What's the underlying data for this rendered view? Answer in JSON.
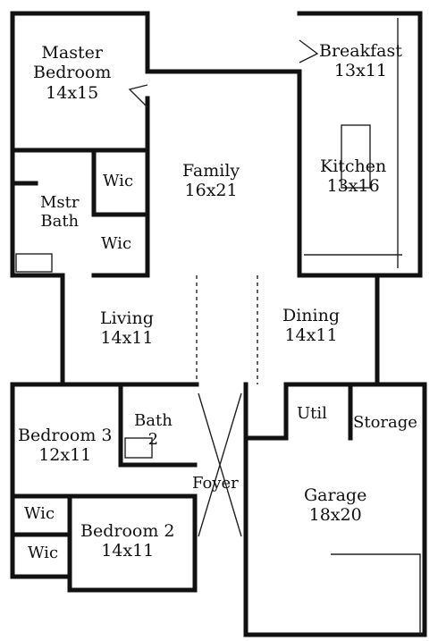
{
  "rooms": {
    "master": {
      "name_line1": "Master",
      "name_line2": "Bedroom",
      "size": "14x15"
    },
    "breakfast": {
      "name": "Breakfast",
      "size": "13x11"
    },
    "family": {
      "name": "Family",
      "size": "16x21"
    },
    "kitchen": {
      "name": "Kitchen",
      "size": "13x16"
    },
    "wic_top": {
      "name": "Wic"
    },
    "mstr_bath": {
      "name_line1": "Mstr",
      "name_line2": "Bath"
    },
    "wic_mid": {
      "name": "Wic"
    },
    "living": {
      "name": "Living",
      "size": "14x11"
    },
    "dining": {
      "name": "Dining",
      "size": "14x11"
    },
    "bath2": {
      "name_line1": "Bath",
      "name_line2": "2"
    },
    "util": {
      "name": "Util"
    },
    "storage": {
      "name": "Storage"
    },
    "bedroom3": {
      "name": "Bedroom 3",
      "size": "12x11"
    },
    "foyer": {
      "name": "Foyer"
    },
    "garage": {
      "name": "Garage",
      "size": "18x20"
    },
    "wic_b1": {
      "name": "Wic"
    },
    "wic_b2": {
      "name": "Wic"
    },
    "bedroom2": {
      "name": "Bedroom 2",
      "size": "14x11"
    }
  }
}
